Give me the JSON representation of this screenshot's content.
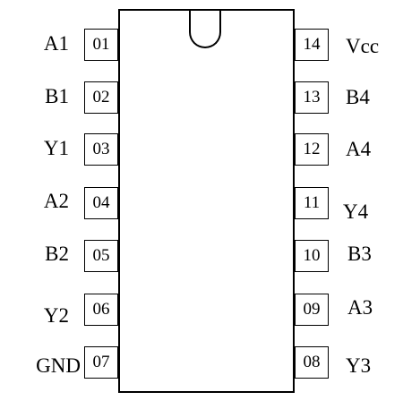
{
  "chip": {
    "left_pins": [
      {
        "number": "01",
        "label": "A1"
      },
      {
        "number": "02",
        "label": "B1"
      },
      {
        "number": "03",
        "label": "Y1"
      },
      {
        "number": "04",
        "label": "A2"
      },
      {
        "number": "05",
        "label": "B2"
      },
      {
        "number": "06",
        "label": "Y2"
      },
      {
        "number": "07",
        "label": "GND"
      }
    ],
    "right_pins": [
      {
        "number": "14",
        "label": "Vcc"
      },
      {
        "number": "13",
        "label": "B4"
      },
      {
        "number": "12",
        "label": "A4"
      },
      {
        "number": "11",
        "label": "Y4"
      },
      {
        "number": "10",
        "label": "B3"
      },
      {
        "number": "09",
        "label": "A3"
      },
      {
        "number": "08",
        "label": "Y3"
      }
    ]
  }
}
